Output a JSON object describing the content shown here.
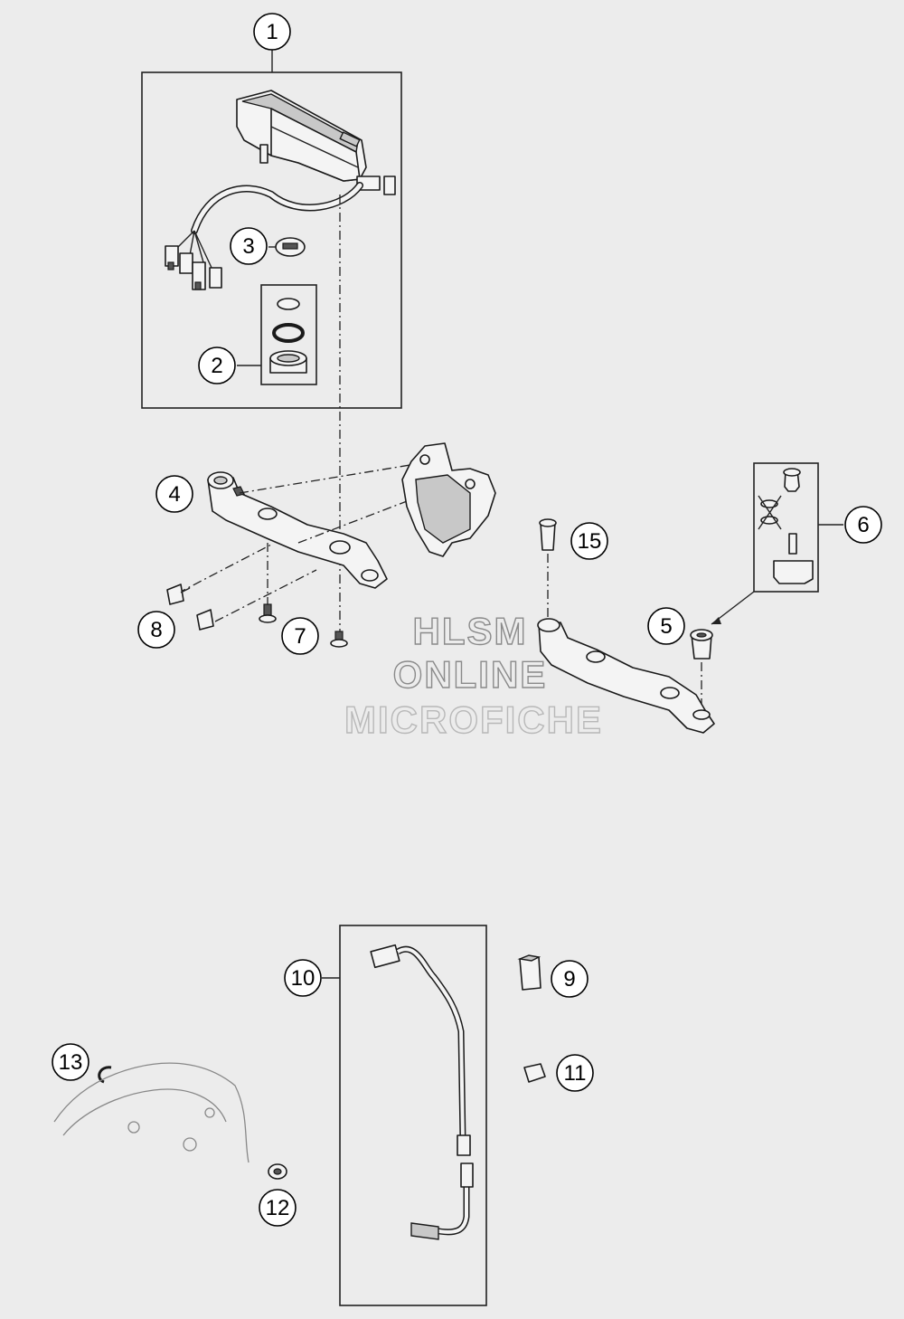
{
  "callouts": [
    {
      "id": "1",
      "label": "1"
    },
    {
      "id": "2",
      "label": "2"
    },
    {
      "id": "3",
      "label": "3"
    },
    {
      "id": "4",
      "label": "4"
    },
    {
      "id": "5",
      "label": "5"
    },
    {
      "id": "6",
      "label": "6"
    },
    {
      "id": "7",
      "label": "7"
    },
    {
      "id": "8",
      "label": "8"
    },
    {
      "id": "9",
      "label": "9"
    },
    {
      "id": "10",
      "label": "10"
    },
    {
      "id": "11",
      "label": "11"
    },
    {
      "id": "12",
      "label": "12"
    },
    {
      "id": "13",
      "label": "13"
    },
    {
      "id": "15",
      "label": "15"
    }
  ],
  "watermark": {
    "line1": "HLSM",
    "line2": "ONLINE",
    "line3": "MICROFICHE"
  },
  "colors": {
    "background": "#ececec",
    "line": "#1a1a1a",
    "watermark": "#8a8a8a"
  }
}
